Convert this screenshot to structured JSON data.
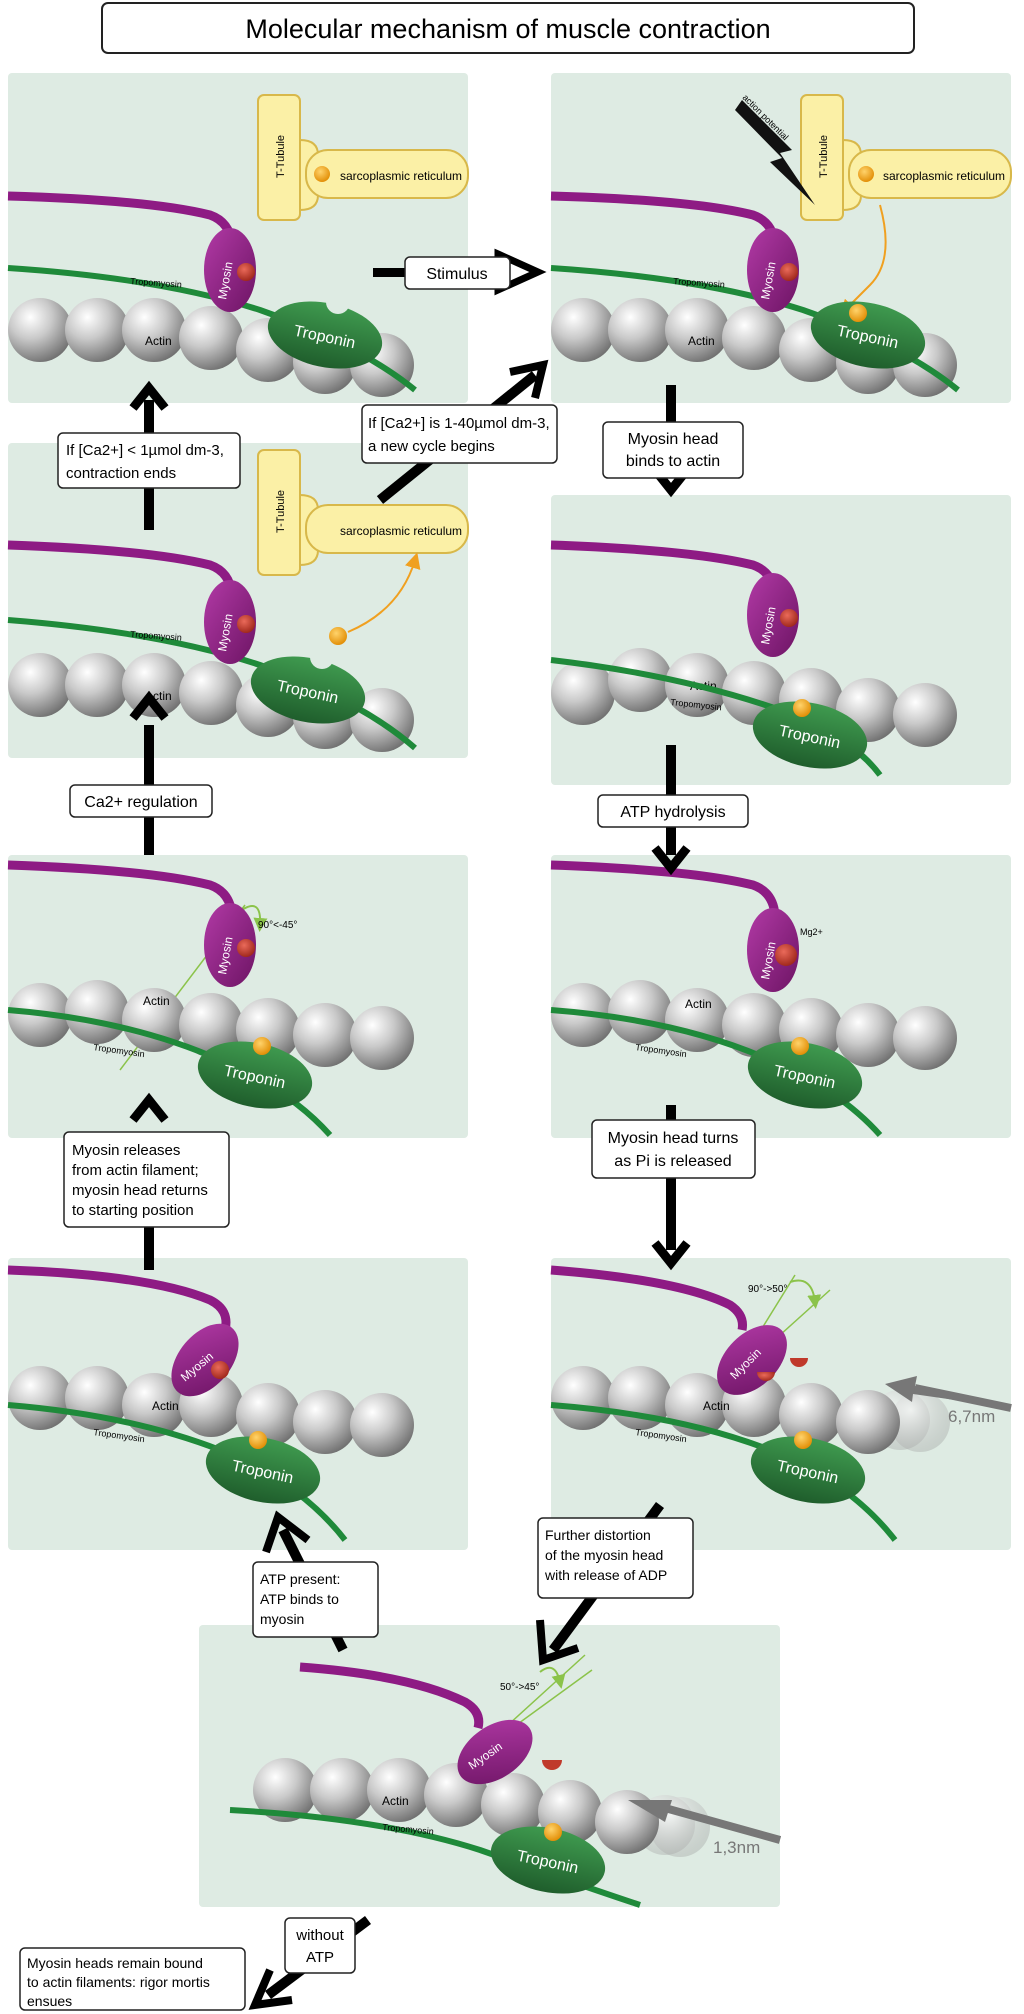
{
  "title": "Molecular mechanism of muscle contraction",
  "labels": {
    "actin": "Actin",
    "tropomyosin": "Tropomyosin",
    "troponin": "Troponin",
    "myosin": "Myosin",
    "t_tubule": "T-Tubule",
    "sarcoplasmic_reticulum": "sarcoplasmic reticulum",
    "ca": "Ca2+",
    "atp": "ATP",
    "action_potential": "action potential",
    "mg": "Mg2+"
  },
  "angles": {
    "panel5": "90°<-45°",
    "panel8": "90°->50°",
    "panel9": "50°->45°"
  },
  "distances": {
    "panel8": "6,7nm",
    "panel9": "1,3nm"
  },
  "steps": {
    "stimulus": "Stimulus",
    "binds": [
      "Myosin head",
      "binds to actin"
    ],
    "hydrolysis": "ATP hydrolysis",
    "turns": [
      "Myosin head turns",
      "as Pi is released"
    ],
    "further": [
      "Further distortion",
      "of the myosin head",
      "with release of ADP"
    ],
    "atp_present": [
      "ATP present:",
      "ATP binds to",
      "myosin"
    ],
    "releases": [
      "Myosin releases",
      "from actin filament;",
      "myosin head returns",
      "to starting position"
    ],
    "ca_regulation": "Ca2+ regulation",
    "contraction_ends": [
      "If [Ca2+] < 1µmol dm-3,",
      "contraction ends"
    ],
    "new_cycle": [
      "If [Ca2+] is 1-40µmol dm-3,",
      "a new cycle begins"
    ],
    "without_atp": [
      "without",
      "ATP"
    ],
    "rigor": [
      "Myosin heads remain bound",
      "to actin filaments: rigor mortis",
      "ensues"
    ]
  },
  "colors": {
    "panel_bg": "#deebe3",
    "myosin": "#8e1b84",
    "tropomyosin": "#1f8a3a",
    "troponin": "#2f7a3d",
    "actin": "#a8a8a8",
    "reticulum": "#fbf0a6",
    "calcium": "#f0a020",
    "atp": "#c0392b",
    "arrow": "#000000",
    "angle_line": "#8bc34a",
    "distance_arrow": "#777777"
  }
}
